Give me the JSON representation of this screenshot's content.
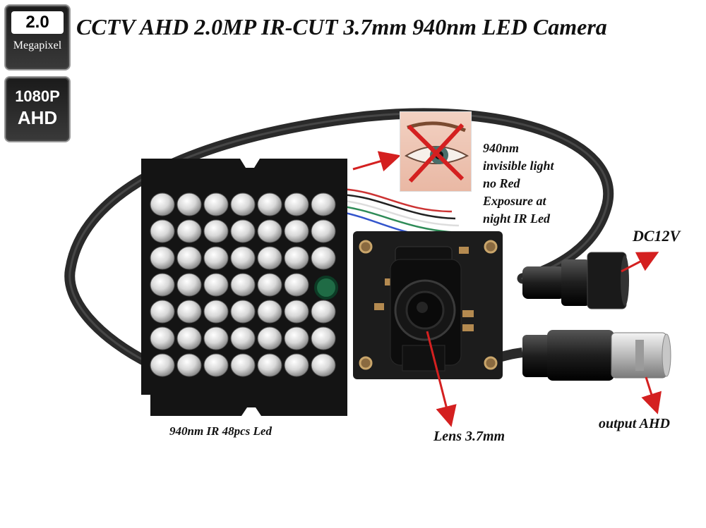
{
  "title": "CCTV AHD 2.0MP  IR-CUT 3.7mm 940nm LED  Camera",
  "badges": {
    "megapixel_value": "2.0",
    "megapixel_label": "Megapixel",
    "resolution": "1080P",
    "format": "AHD"
  },
  "annotations": {
    "ir_light": [
      "940nm",
      "invisible light",
      "no Red",
      "Exposure at",
      "night IR Led"
    ],
    "power": "DC12V",
    "output": "output AHD",
    "lens": "Lens 3.7mm",
    "leds": "940nm IR 48pcs Led"
  },
  "led_board": {
    "rows": 7,
    "cols": 7,
    "led_count": 48
  },
  "colors": {
    "board": "#141414",
    "pcb": "#1c1c1c",
    "arrow": "#d42020",
    "cable": "#2a2a2a",
    "led": "#cfcfcf"
  }
}
